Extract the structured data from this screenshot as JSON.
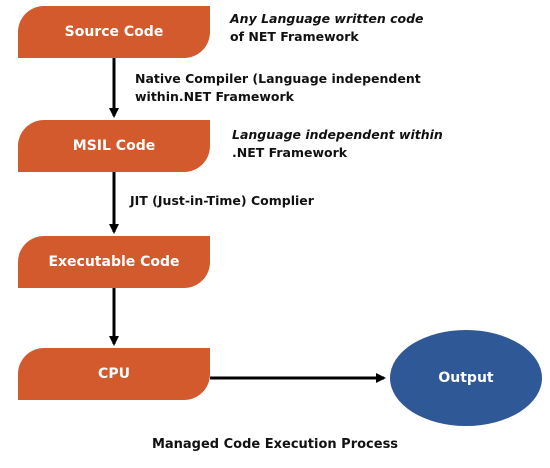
{
  "nodes": {
    "source": "Source Code",
    "msil": "MSIL Code",
    "exec": "Executable Code",
    "cpu": "CPU",
    "output": "Output"
  },
  "notes": {
    "source_l1": "Any Language written code",
    "source_l2": "of NET Framework",
    "msil_l1": "Language independent within",
    "msil_l2": ".NET Framework"
  },
  "edges": {
    "native_l1": "Native Compiler (Language independent",
    "native_l2": "within.NET Framework",
    "jit": "JIT (Just-in-Time) Complier"
  },
  "caption": "Managed Code Execution Process",
  "colors": {
    "process_box": "#d25a2c",
    "output_oval": "#2f5897",
    "arrow": "#000000"
  }
}
